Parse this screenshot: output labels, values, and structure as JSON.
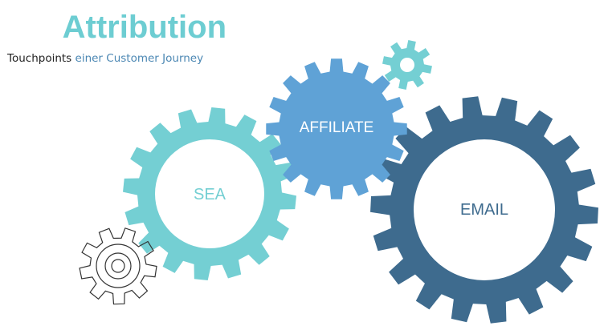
{
  "title": "Attribution",
  "subtitle": {
    "part1": "Touchpoints ",
    "part2": "einer Customer Journey"
  },
  "gears": {
    "sea": {
      "label": "SEA",
      "color": "#74cfd3",
      "label_color": "#74cfd3"
    },
    "affiliate": {
      "label": "AFFILIATE",
      "color": "#5fa2d6",
      "label_color": "#ffffff"
    },
    "email": {
      "label": "EMAIL",
      "color": "#3e6b8e",
      "label_color": "#3e6b8e"
    },
    "small_top": {
      "color": "#74cfd3"
    },
    "outline": {
      "color": "#333333"
    }
  }
}
